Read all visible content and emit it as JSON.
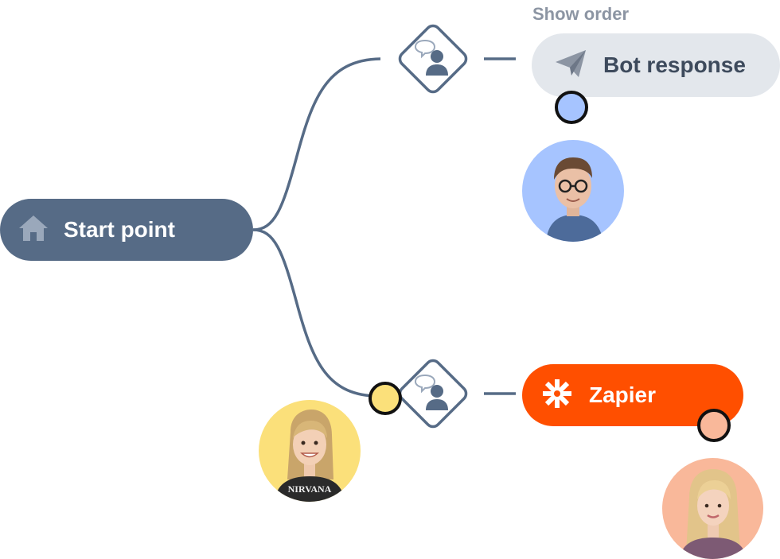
{
  "nodes": {
    "start": {
      "label": "Start point",
      "icon": "home-icon"
    },
    "bot": {
      "label": "Bot response",
      "icon": "paper-plane-icon",
      "caption": "Show order"
    },
    "zapier": {
      "label": "Zapier",
      "icon": "zapier-asterisk-icon"
    }
  },
  "decisions": [
    {
      "icon": "chat-person-icon"
    },
    {
      "icon": "chat-person-icon"
    }
  ],
  "indicators": {
    "bot": {
      "color": "#a6c4ff"
    },
    "decision_bottom": {
      "color": "#fbe07a"
    },
    "zapier": {
      "color": "#f9b89a"
    }
  },
  "avatars": [
    {
      "name": "man-with-glasses-avatar",
      "bg": "#a6c4ff"
    },
    {
      "name": "woman-nirvana-shirt-avatar",
      "bg": "#fbe07a",
      "shirt_text": "NIRVANA"
    },
    {
      "name": "woman-blonde-avatar",
      "bg": "#f9b89a"
    }
  ],
  "colors": {
    "connector": "#566b86",
    "start_bg": "#566b86",
    "bot_bg": "#e3e7ec",
    "zapier_bg": "#ff4f00"
  }
}
